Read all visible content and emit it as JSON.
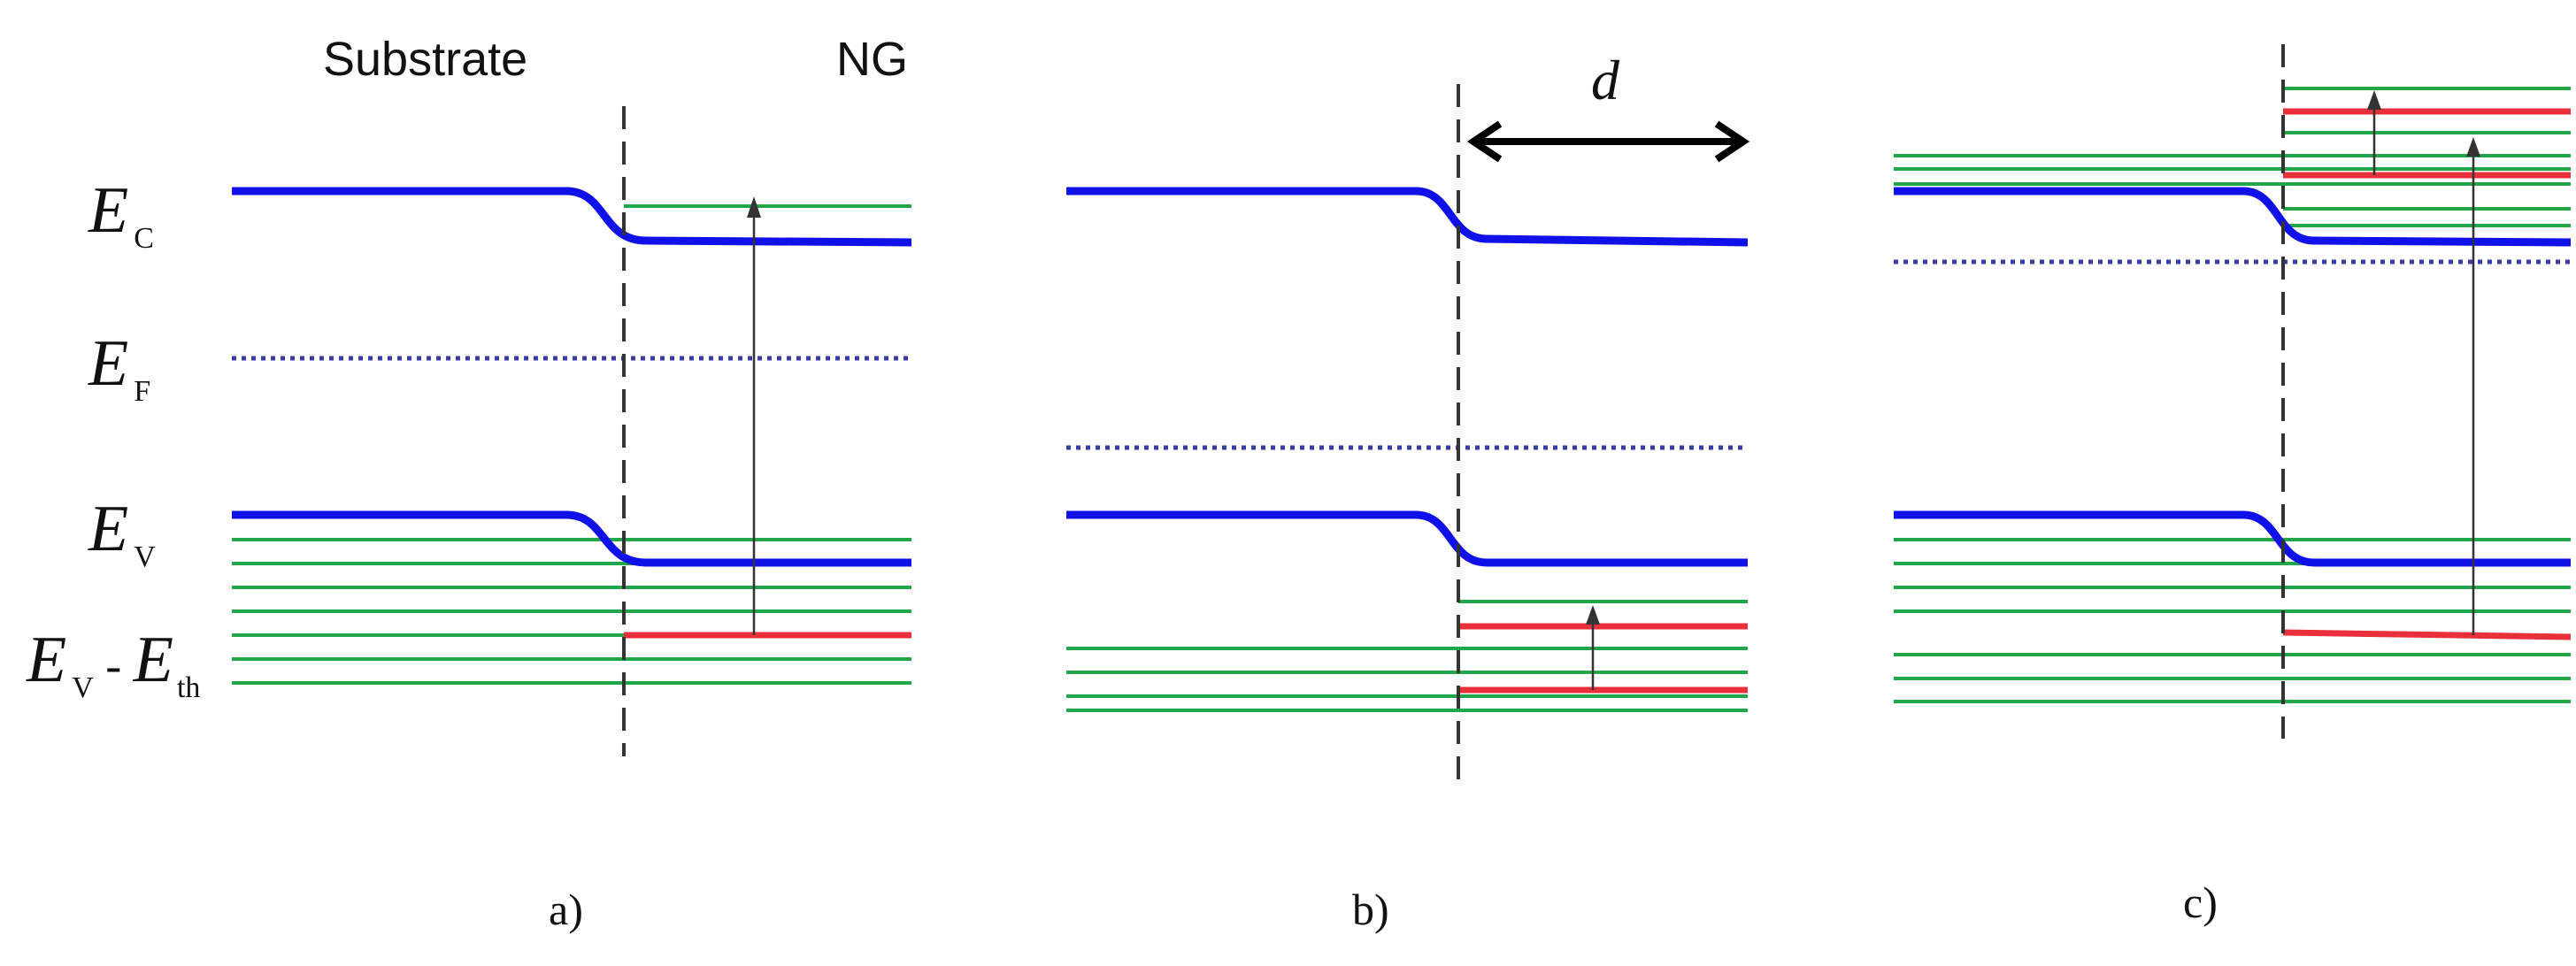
{
  "header": {
    "substrate_label": "Substrate",
    "ng_label": "NG"
  },
  "energy_labels": {
    "ec": {
      "main": "E",
      "sub": "C"
    },
    "ef": {
      "main": "E",
      "sub": "F"
    },
    "ev": {
      "main": "E",
      "sub": "V"
    },
    "ev_minus_eth": {
      "main1": "E",
      "sub1": "V",
      "minus": " - ",
      "main2": "E",
      "sub2": "th"
    }
  },
  "dimension_label": "d",
  "panels": [
    {
      "caption": "a)"
    },
    {
      "caption": "b)"
    },
    {
      "caption": "c)"
    }
  ],
  "colors": {
    "band_edge": "#1010e8",
    "fermi_level": "#3a3aa8",
    "green_level": "#22a64a",
    "red_level": "#e8303a",
    "interface": "#333333",
    "arrow": "#333333"
  }
}
